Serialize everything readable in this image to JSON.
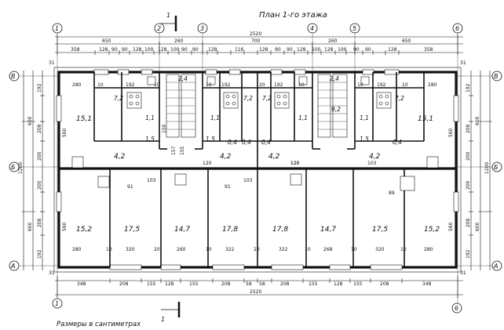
{
  "title": "План 1-го этажа",
  "note": "Размеры в сантиметрах",
  "section": "1",
  "axes_top": [
    "1",
    "2",
    "3",
    "4",
    "5",
    "6"
  ],
  "axes_bottom": [
    "1",
    "6"
  ],
  "axes_left": [
    "В",
    "Б",
    "А"
  ],
  "axes_right": [
    "В",
    "Б",
    "А"
  ],
  "top_dims_1": [
    "650",
    "260",
    "700",
    "260",
    "650"
  ],
  "top_total": "2520",
  "top_dims_2": [
    "358",
    "128",
    "90",
    "90",
    "128",
    "100",
    "128",
    "100",
    "90",
    "90",
    "128",
    "116",
    "128",
    "90",
    "90",
    "128",
    "100",
    "128",
    "100",
    "90",
    "90",
    "128",
    "358"
  ],
  "bottom_dims": [
    "348",
    "208",
    "155",
    "128",
    "155",
    "208",
    "58",
    "58",
    "208",
    "155",
    "128",
    "155",
    "208",
    "348"
  ],
  "bottom_total": "2520",
  "left_dims_outer": [
    "600",
    "1200",
    "600"
  ],
  "left_dims_inner": [
    "192",
    "208",
    "200",
    "200",
    "208",
    "192"
  ],
  "right_dims_outer": [
    "600",
    "1200",
    "600"
  ],
  "right_dims_inner": [
    "192",
    "208",
    "200",
    "200",
    "208",
    "192"
  ],
  "room_areas": [
    "15,1",
    "7,2",
    "1,1",
    "1,5",
    "4,2",
    "7,2",
    "1,1",
    "1,5",
    "0,4",
    "4,2",
    "7,2",
    "0,4",
    "0,4",
    "4,2",
    "1,1",
    "9,2",
    "7,2",
    "1,1",
    "1,5",
    "4,2",
    "15,1",
    "0,4",
    "2,4",
    "2,4",
    "15,2",
    "17,5",
    "14,7",
    "17,8",
    "17,8",
    "14,7",
    "17,5",
    "15,2"
  ],
  "inner_dims": [
    "280",
    "10",
    "192",
    "10",
    "10",
    "192",
    "20",
    "192",
    "10",
    "10",
    "192",
    "10",
    "280",
    "560",
    "560",
    "150",
    "120",
    "120",
    "157",
    "155",
    "91",
    "103",
    "91",
    "103",
    "120",
    "103",
    "89",
    "560",
    "560",
    "280",
    "10",
    "320",
    "20",
    "260",
    "10",
    "322",
    "20",
    "322",
    "10",
    "268",
    "10",
    "320",
    "10",
    "280",
    "31",
    "31",
    "31",
    "31"
  ]
}
